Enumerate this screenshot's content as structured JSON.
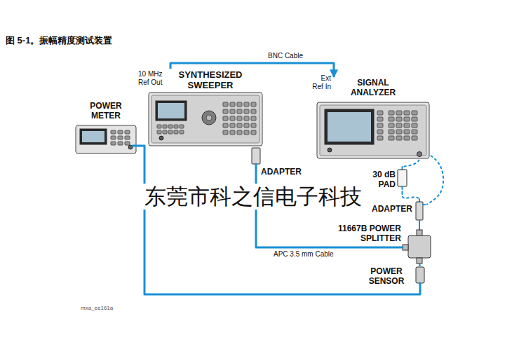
{
  "diagram": {
    "title": "图 5-1。振幅精度测试装置",
    "nodes": [
      {
        "text": [
          "SYNTHESIZED SWEEPER"
        ]
      },
      {
        "text": [
          "SIGNAL ANALYZER"
        ]
      },
      {
        "text": [
          "POWER METER"
        ]
      },
      {
        "text": [
          "ADAPTER"
        ]
      },
      {
        "text": [
          "30 dB PAD"
        ]
      },
      {
        "text": [
          "ADAPTER"
        ]
      },
      {
        "text": [
          "11667B POWER SPLITTER"
        ]
      },
      {
        "text": [
          "POWER SENSOR"
        ]
      }
    ],
    "edges": [
      {
        "from": 0,
        "to": 1,
        "arrow": "to",
        "label": "BNC Cable"
      },
      {
        "from": 3,
        "to": 6,
        "arrow": "none",
        "label": "APC 3.5 mm Cable"
      },
      {
        "from": 1,
        "to": 4,
        "arrow": "none"
      },
      {
        "from": 4,
        "to": 5,
        "arrow": "none"
      },
      {
        "from": 1,
        "to": 5,
        "arrow": "none"
      },
      {
        "from": 5,
        "to": 6,
        "arrow": "none"
      },
      {
        "from": 6,
        "to": 7,
        "arrow": "none"
      },
      {
        "from": 2,
        "to": 7,
        "arrow": "none"
      }
    ],
    "labels": [
      "10 MHz Ref Out",
      "Ext Ref In",
      "东莞市科之信电子科技",
      "mxa_ee161a"
    ]
  }
}
